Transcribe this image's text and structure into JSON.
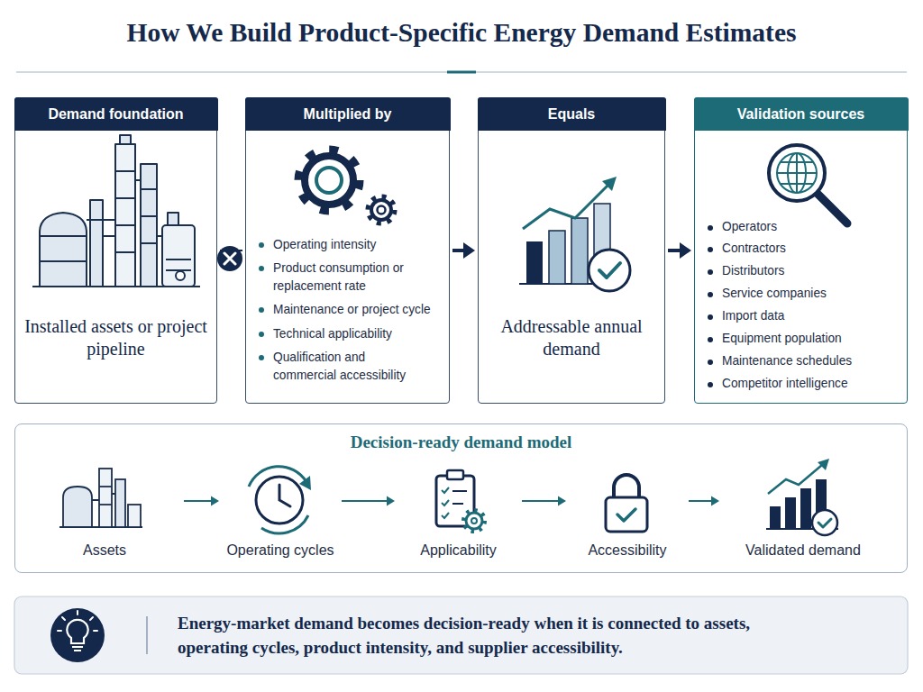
{
  "diagram": {
    "title": "How We Build Product-Specific Energy Demand Estimates",
    "nodes": [
      {
        "text": [
          "Demand foundation",
          "Installed assets or project pipeline"
        ]
      },
      {
        "text": [
          "Multiplied by",
          "Operating intensity",
          "Product consumption or replacement rate",
          "Maintenance or project cycle",
          "Technical applicability",
          "Qualification and commercial accessibility"
        ]
      },
      {
        "text": [
          "Equals",
          "Addressable annual demand"
        ]
      },
      {
        "text": [
          "Validation sources",
          "Operators",
          "Contractors",
          "Distributors",
          "Service companies",
          "Import data",
          "Equipment population",
          "Maintenance schedules",
          "Competitor intelligence"
        ]
      },
      {
        "text": [
          "Decision-ready demand model"
        ]
      },
      {
        "text": [
          "Assets"
        ],
        "in": 4
      },
      {
        "text": [
          "Operating cycles"
        ],
        "in": 4
      },
      {
        "text": [
          "Applicability"
        ],
        "in": 4
      },
      {
        "text": [
          "Accessibility"
        ],
        "in": 4
      },
      {
        "text": [
          "Validated demand"
        ],
        "in": 4
      },
      {
        "text": [
          "Energy-market demand becomes decision-ready when it is connected to assets, operating cycles, product intensity, and supplier accessibility."
        ]
      }
    ],
    "edges": [
      {
        "from": 0,
        "to": 1,
        "arrow": "none"
      },
      {
        "from": 1,
        "to": 2,
        "arrow": "to"
      },
      {
        "from": 2,
        "to": 3,
        "arrow": "to"
      },
      {
        "from": 5,
        "to": 6,
        "arrow": "to"
      },
      {
        "from": 6,
        "to": 7,
        "arrow": "to"
      },
      {
        "from": 7,
        "to": 8,
        "arrow": "to"
      },
      {
        "from": 8,
        "to": 9,
        "arrow": "to"
      }
    ]
  }
}
